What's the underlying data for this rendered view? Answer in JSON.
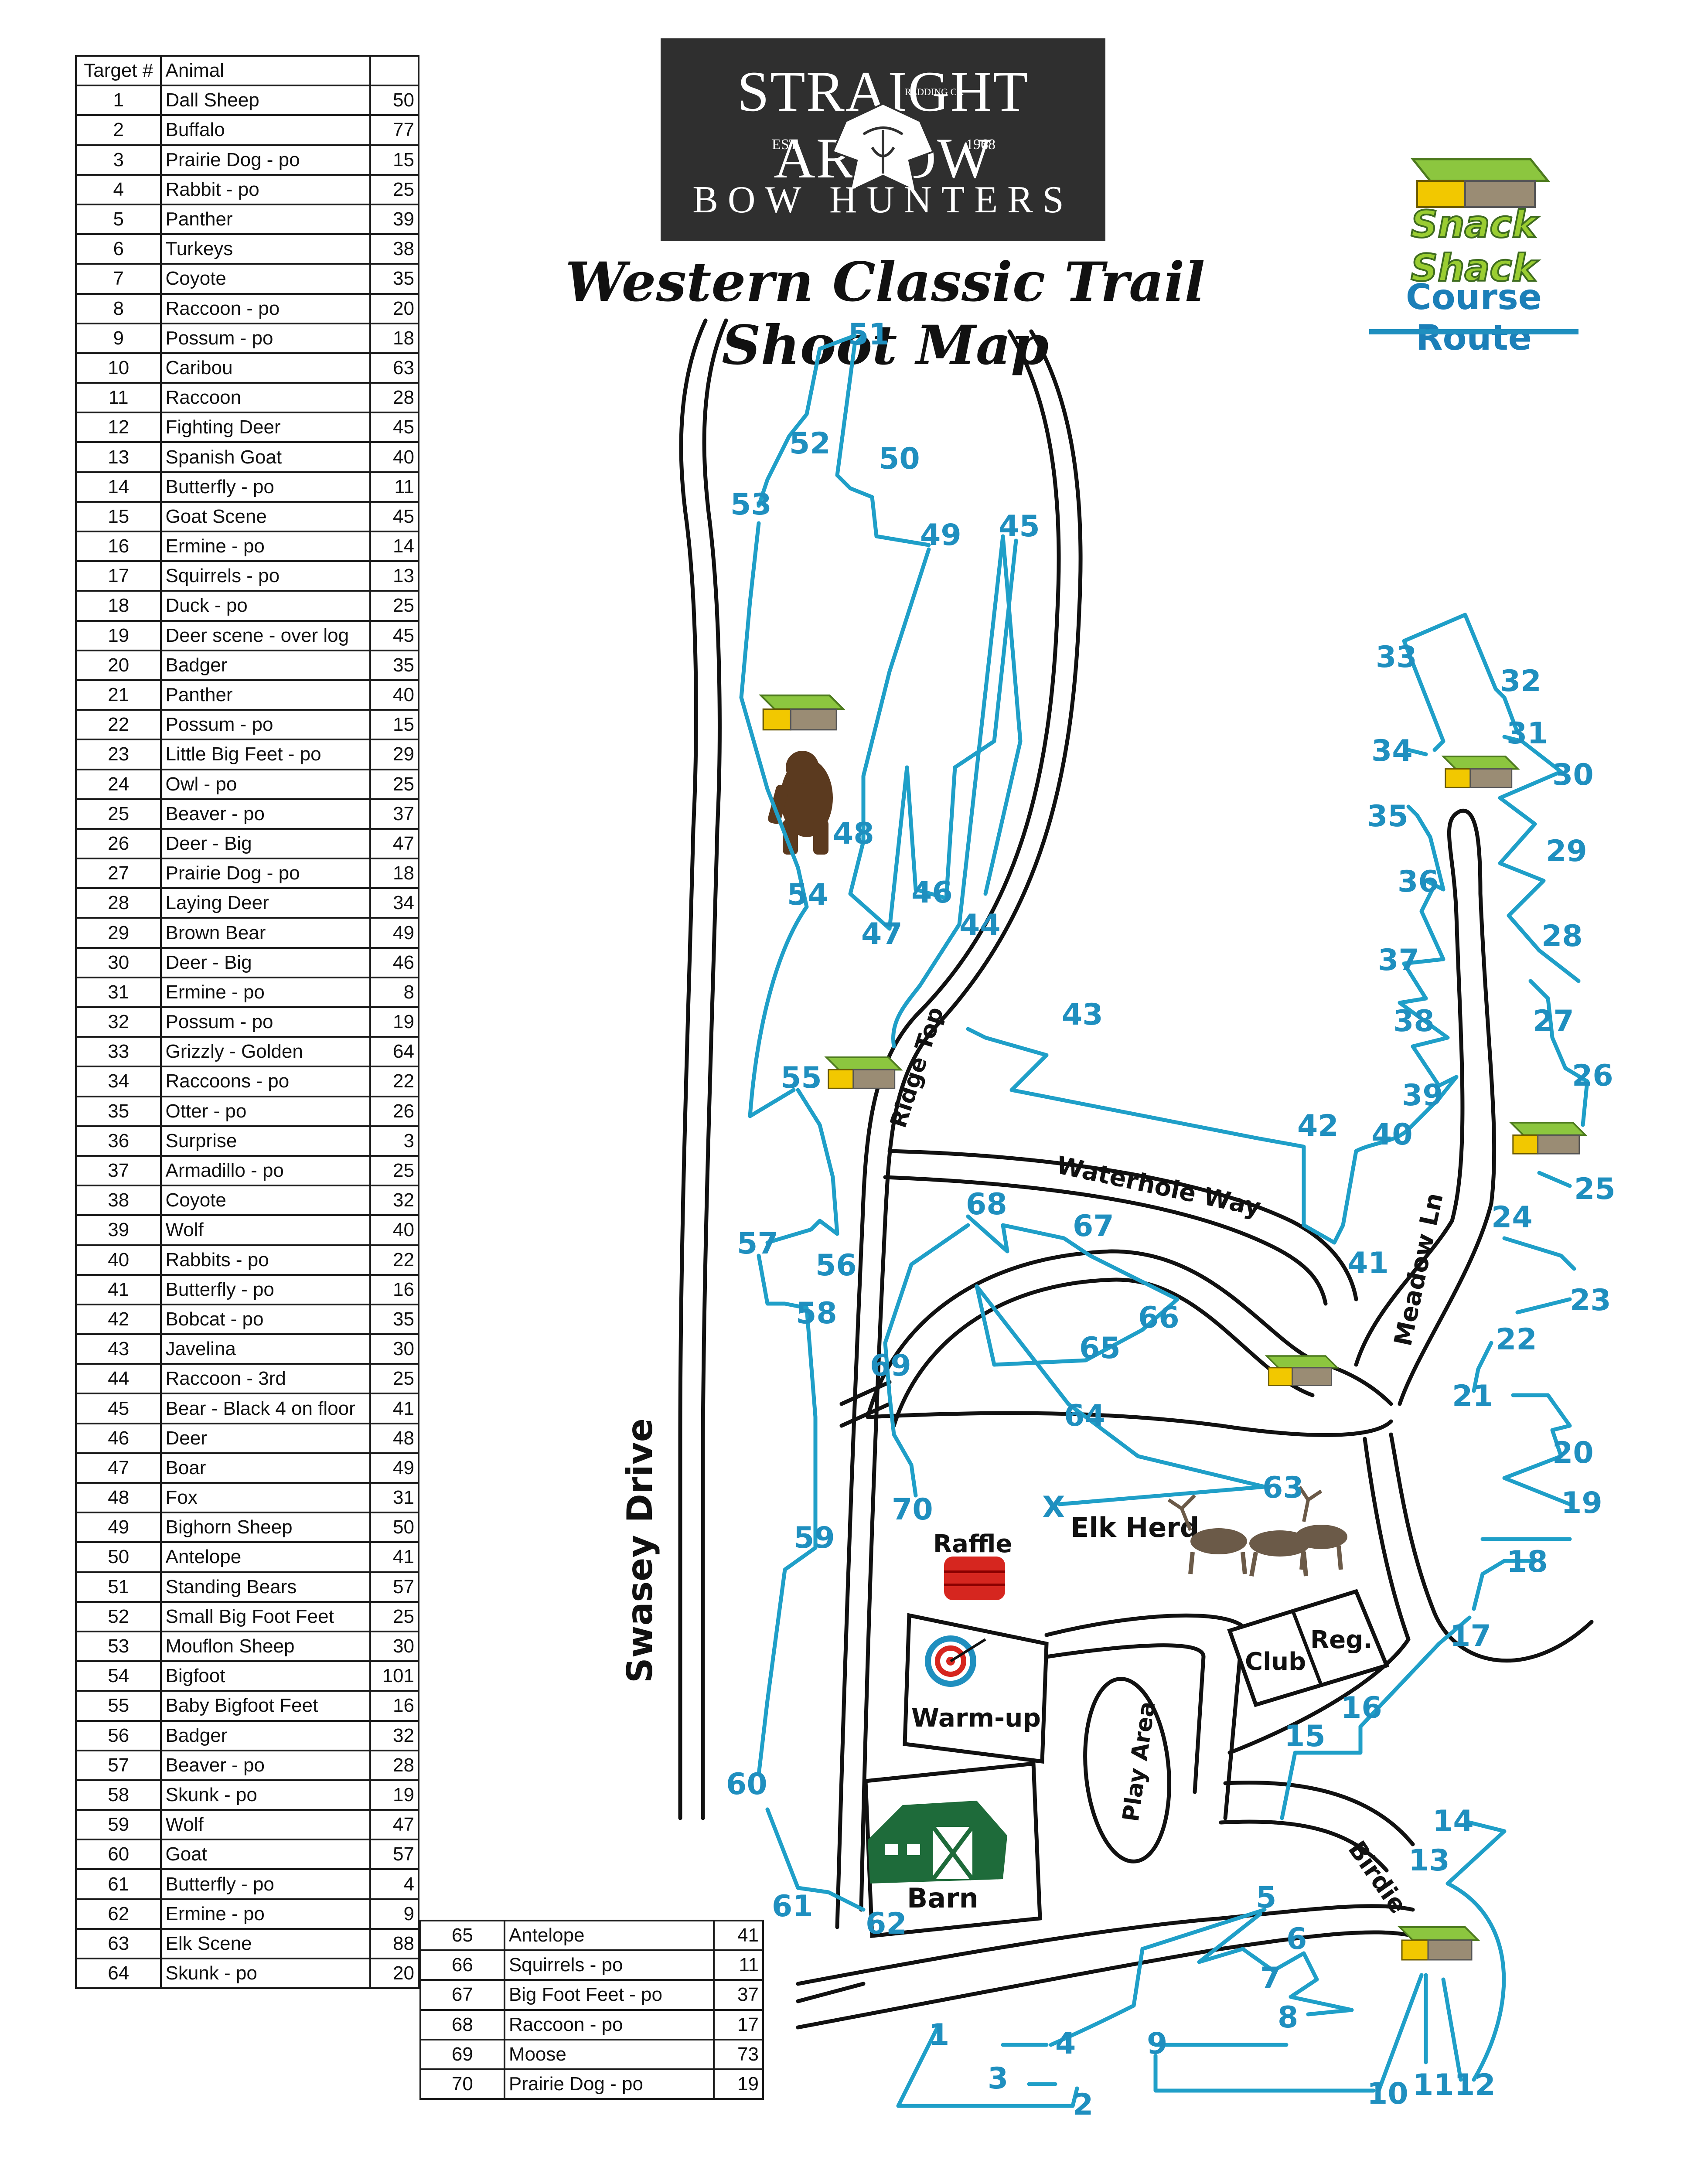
{
  "title": "Western Classic Trail Shoot Map",
  "logo": {
    "top": "STRAIGHT ARROW",
    "city": "REDDING CA",
    "est": "EST.",
    "year": "1968",
    "bottom": "BOW HUNTERS"
  },
  "snack_shack_label": "Snack Shack",
  "course_route_label": "Course Route",
  "table_headers": {
    "target": "Target #",
    "animal": "Animal",
    "distance": ""
  },
  "targets": [
    {
      "n": "1",
      "animal": "Dall Sheep",
      "dist": "50"
    },
    {
      "n": "2",
      "animal": "Buffalo",
      "dist": "77"
    },
    {
      "n": "3",
      "animal": "Prairie Dog - po",
      "dist": "15"
    },
    {
      "n": "4",
      "animal": "Rabbit - po",
      "dist": "25"
    },
    {
      "n": "5",
      "animal": "Panther",
      "dist": "39"
    },
    {
      "n": "6",
      "animal": "Turkeys",
      "dist": "38"
    },
    {
      "n": "7",
      "animal": "Coyote",
      "dist": "35"
    },
    {
      "n": "8",
      "animal": "Raccoon - po",
      "dist": "20"
    },
    {
      "n": "9",
      "animal": "Possum - po",
      "dist": "18"
    },
    {
      "n": "10",
      "animal": "Caribou",
      "dist": "63"
    },
    {
      "n": "11",
      "animal": "Raccoon",
      "dist": "28"
    },
    {
      "n": "12",
      "animal": "Fighting Deer",
      "dist": "45"
    },
    {
      "n": "13",
      "animal": "Spanish Goat",
      "dist": "40"
    },
    {
      "n": "14",
      "animal": "Butterfly - po",
      "dist": "11"
    },
    {
      "n": "15",
      "animal": "Goat Scene",
      "dist": "45"
    },
    {
      "n": "16",
      "animal": "Ermine - po",
      "dist": "14"
    },
    {
      "n": "17",
      "animal": "Squirrels - po",
      "dist": "13"
    },
    {
      "n": "18",
      "animal": "Duck - po",
      "dist": "25"
    },
    {
      "n": "19",
      "animal": "Deer scene - over log",
      "dist": "45"
    },
    {
      "n": "20",
      "animal": "Badger",
      "dist": "35"
    },
    {
      "n": "21",
      "animal": "Panther",
      "dist": "40"
    },
    {
      "n": "22",
      "animal": "Possum - po",
      "dist": "15"
    },
    {
      "n": "23",
      "animal": "Little Big Feet - po",
      "dist": "29"
    },
    {
      "n": "24",
      "animal": "Owl - po",
      "dist": "25"
    },
    {
      "n": "25",
      "animal": "Beaver - po",
      "dist": "37"
    },
    {
      "n": "26",
      "animal": "Deer - Big",
      "dist": "47"
    },
    {
      "n": "27",
      "animal": "Prairie Dog - po",
      "dist": "18"
    },
    {
      "n": "28",
      "animal": "Laying Deer",
      "dist": "34"
    },
    {
      "n": "29",
      "animal": "Brown Bear",
      "dist": "49"
    },
    {
      "n": "30",
      "animal": "Deer - Big",
      "dist": "46"
    },
    {
      "n": "31",
      "animal": "Ermine - po",
      "dist": "8"
    },
    {
      "n": "32",
      "animal": "Possum - po",
      "dist": "19"
    },
    {
      "n": "33",
      "animal": "Grizzly - Golden",
      "dist": "64"
    },
    {
      "n": "34",
      "animal": "Raccoons - po",
      "dist": "22"
    },
    {
      "n": "35",
      "animal": "Otter - po",
      "dist": "26"
    },
    {
      "n": "36",
      "animal": "Surprise",
      "dist": "3"
    },
    {
      "n": "37",
      "animal": "Armadillo - po",
      "dist": "25"
    },
    {
      "n": "38",
      "animal": "Coyote",
      "dist": "32"
    },
    {
      "n": "39",
      "animal": "Wolf",
      "dist": "40"
    },
    {
      "n": "40",
      "animal": "Rabbits - po",
      "dist": "22"
    },
    {
      "n": "41",
      "animal": "Butterfly - po",
      "dist": "16"
    },
    {
      "n": "42",
      "animal": "Bobcat - po",
      "dist": "35"
    },
    {
      "n": "43",
      "animal": "Javelina",
      "dist": "30"
    },
    {
      "n": "44",
      "animal": "Raccoon - 3rd",
      "dist": "25"
    },
    {
      "n": "45",
      "animal": "Bear - Black 4 on floor",
      "dist": "41"
    },
    {
      "n": "46",
      "animal": "Deer",
      "dist": "48"
    },
    {
      "n": "47",
      "animal": "Boar",
      "dist": "49"
    },
    {
      "n": "48",
      "animal": "Fox",
      "dist": "31"
    },
    {
      "n": "49",
      "animal": "Bighorn Sheep",
      "dist": "50"
    },
    {
      "n": "50",
      "animal": "Antelope",
      "dist": "41"
    },
    {
      "n": "51",
      "animal": "Standing Bears",
      "dist": "57"
    },
    {
      "n": "52",
      "animal": "Small Big Foot Feet",
      "dist": "25"
    },
    {
      "n": "53",
      "animal": "Mouflon Sheep",
      "dist": "30"
    },
    {
      "n": "54",
      "animal": "Bigfoot",
      "dist": "101"
    },
    {
      "n": "55",
      "animal": "Baby Bigfoot Feet",
      "dist": "16"
    },
    {
      "n": "56",
      "animal": "Badger",
      "dist": "32"
    },
    {
      "n": "57",
      "animal": "Beaver - po",
      "dist": "28"
    },
    {
      "n": "58",
      "animal": "Skunk - po",
      "dist": "19"
    },
    {
      "n": "59",
      "animal": "Wolf",
      "dist": "47"
    },
    {
      "n": "60",
      "animal": "Goat",
      "dist": "57"
    },
    {
      "n": "61",
      "animal": "Butterfly - po",
      "dist": "4"
    },
    {
      "n": "62",
      "animal": "Ermine - po",
      "dist": "9"
    },
    {
      "n": "63",
      "animal": "Elk Scene",
      "dist": "88"
    },
    {
      "n": "64",
      "animal": "Skunk - po",
      "dist": "20"
    }
  ],
  "targets_extra": [
    {
      "n": "65",
      "animal": "Antelope",
      "dist": "41"
    },
    {
      "n": "66",
      "animal": "Squirrels - po",
      "dist": "11"
    },
    {
      "n": "67",
      "animal": "Big Foot Feet - po",
      "dist": "37"
    },
    {
      "n": "68",
      "animal": "Raccoon - po",
      "dist": "17"
    },
    {
      "n": "69",
      "animal": "Moose",
      "dist": "73"
    },
    {
      "n": "70",
      "animal": "Prairie Dog - po",
      "dist": "19"
    }
  ],
  "map": {
    "roads": {
      "swasey": "Swasey Drive",
      "ridge": "Ridge Top",
      "waterhole": "Waterhole Way",
      "meadow": "Meadow Ln",
      "birdie": "Birdie"
    },
    "buildings": {
      "raffle": "Raffle",
      "warmup": "Warm-up",
      "play": "Play Area",
      "club": "Club",
      "reg": "Reg.",
      "barn": "Barn",
      "elk": "Elk Herd",
      "x": "X"
    },
    "colors": {
      "route": "#1f9fc8",
      "road": "#111111",
      "number": "#1f8fbf",
      "barn": "#1e6b3a",
      "shack_roof": "#8cc63f",
      "shack_wall": "#f2c800"
    },
    "icons": [
      "bigfoot-icon",
      "snack-shack-icon",
      "raffle-barrel-icon",
      "archery-target-icon",
      "barn-icon",
      "elk-herd-icon",
      "arrowhead-logo-icon"
    ]
  }
}
